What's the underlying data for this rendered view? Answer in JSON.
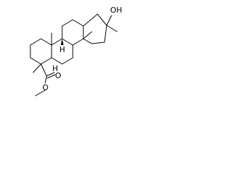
{
  "structure": {
    "labels": {
      "hydroxyl": "OH",
      "hydrogen_top": "H",
      "hydrogen_bottom": "H",
      "ester_carbonyl_o": "O",
      "ester_ether_o": "O"
    },
    "colors": {
      "ink": "#000000",
      "background": "#ffffff"
    }
  }
}
